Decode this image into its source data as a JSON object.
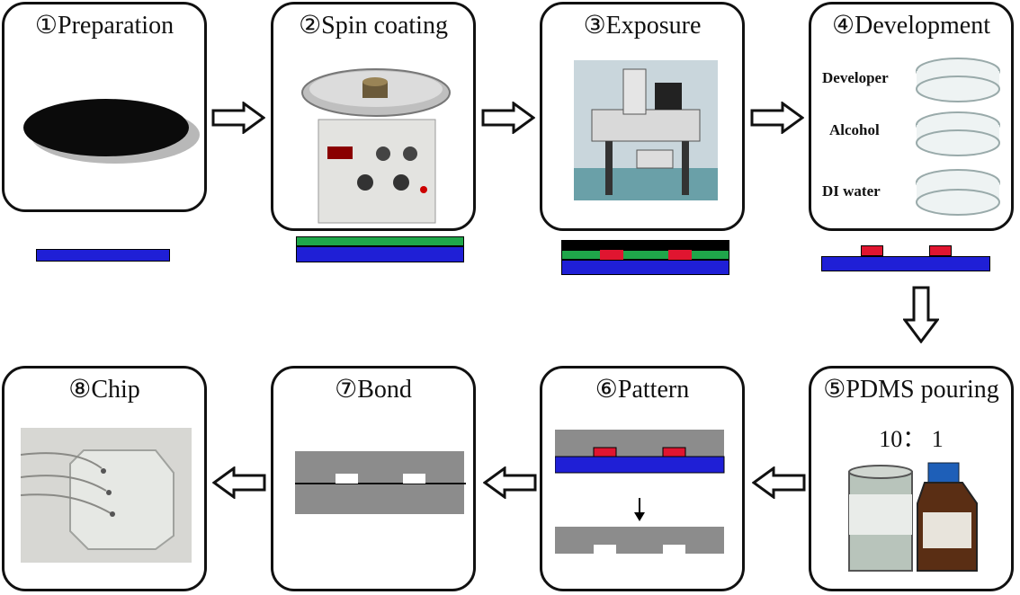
{
  "steps": [
    {
      "num": "①",
      "label": "Preparation"
    },
    {
      "num": "②",
      "label": "Spin coating"
    },
    {
      "num": "③",
      "label": "Exposure"
    },
    {
      "num": "④",
      "label": "Development"
    },
    {
      "num": "⑤",
      "label": "PDMS pouring"
    },
    {
      "num": "⑥",
      "label": "Pattern"
    },
    {
      "num": "⑦",
      "label": "Bond"
    },
    {
      "num": "⑧",
      "label": "Chip"
    }
  ],
  "development": {
    "developer": "Developer",
    "alcohol": "Alcohol",
    "di_water": "DI water"
  },
  "pdms": {
    "ratio": "10： 1"
  },
  "colors": {
    "substrate": "#1f1fd6",
    "photoresist": "#1fa64a",
    "feature": "#e01530",
    "mask": "#000000",
    "pdms": "#8c8c8c"
  }
}
